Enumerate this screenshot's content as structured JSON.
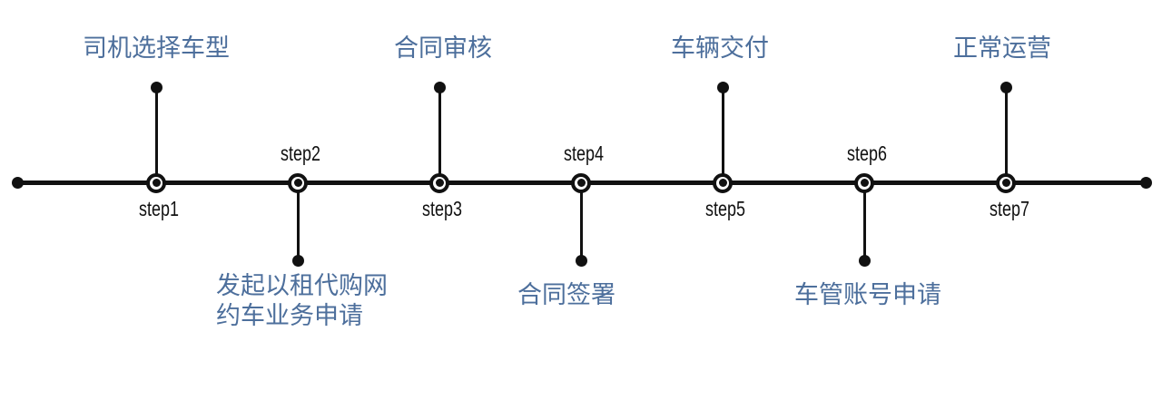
{
  "diagram": {
    "type": "timeline",
    "orientation": "horizontal",
    "colors": {
      "line": "#111111",
      "step_text": "#111111",
      "description_text": "#4d6f9c",
      "background": "#ffffff"
    },
    "steps": [
      {
        "step_label": "step1",
        "branch": "up",
        "description": "司机选择车型"
      },
      {
        "step_label": "step2",
        "branch": "down",
        "description": "发起以租代购网约车业务申请",
        "description_lines": [
          "发起以租代购网",
          "约车业务申请"
        ]
      },
      {
        "step_label": "step3",
        "branch": "up",
        "description": "合同审核"
      },
      {
        "step_label": "step4",
        "branch": "down",
        "description": "合同签署"
      },
      {
        "step_label": "step5",
        "branch": "up",
        "description": "车辆交付"
      },
      {
        "step_label": "step6",
        "branch": "down",
        "description": "车管账号申请"
      },
      {
        "step_label": "step7",
        "branch": "up",
        "description": "正常运营"
      }
    ]
  }
}
